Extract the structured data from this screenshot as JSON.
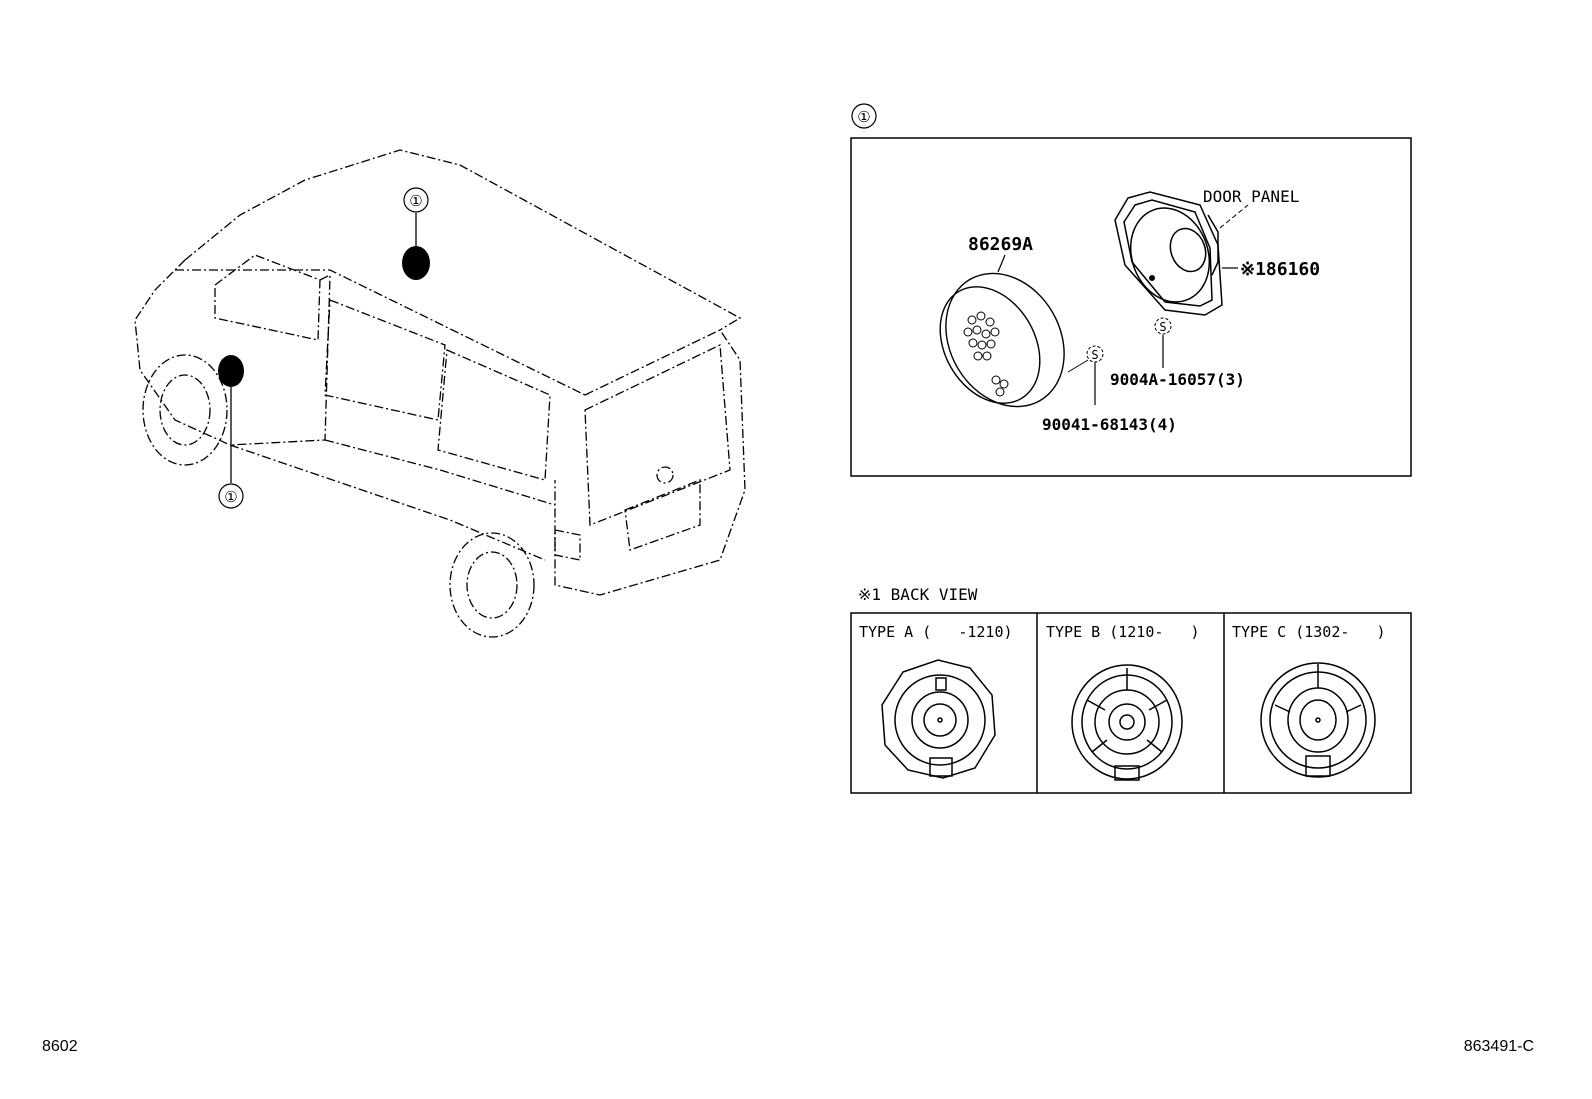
{
  "callouts": {
    "ref": "①",
    "roof": "①",
    "door": "①",
    "box": "①"
  },
  "parts": {
    "door_panel": "DOOR PANEL",
    "grille": "86269A",
    "speaker": "※186160",
    "screw_speaker": "9004A-16057(3)",
    "screw_grille": "90041-68143(4)",
    "screw_symbol": "S"
  },
  "back_view": {
    "heading": "※1 BACK VIEW",
    "types": [
      {
        "label": "TYPE A (   -1210)",
        "icon": "speaker-type-a"
      },
      {
        "label": "TYPE B (1210-   )",
        "icon": "speaker-type-b"
      },
      {
        "label": "TYPE C (1302-   )",
        "icon": "speaker-type-c"
      }
    ]
  },
  "footer": {
    "page_code": "8602",
    "drawing_number": "863491-C"
  }
}
